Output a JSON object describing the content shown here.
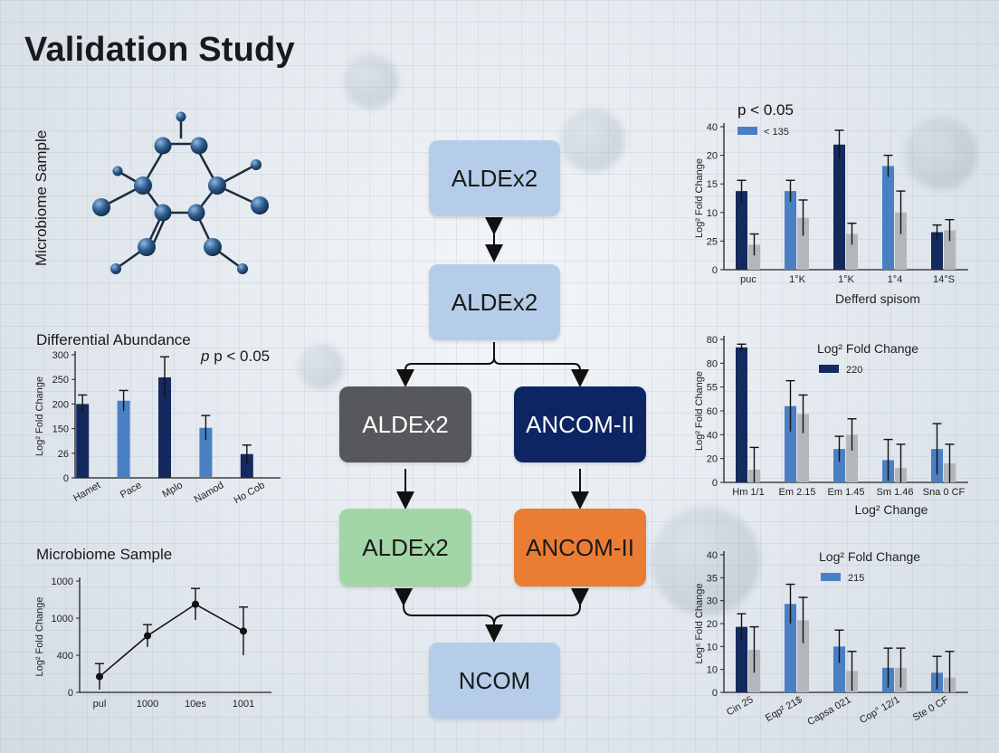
{
  "title": "Validation Study",
  "molecule_label": "Microbiome Sample",
  "colors": {
    "navy": "#14295e",
    "blue": "#4a7fc4",
    "gray": "#b3b6ba",
    "light_blue_box": "#b5cde8",
    "dark_gray_box": "#56585b",
    "navy_box": "#0e2563",
    "green_box": "#a3d6a6",
    "orange_box": "#eb7c34"
  },
  "flow": {
    "box1": "ALDEx2",
    "box2": "ALDEx2",
    "box3": "ALDEx2",
    "box4": "ANCOM-II",
    "box5": "ALDEx2",
    "box6": "ANCOM-II",
    "box7": "NCOM"
  },
  "chart_data": [
    {
      "id": "left_bar",
      "type": "bar",
      "title": "Differential Abundance",
      "annotation": "p < 0.05",
      "ylabel": "Log² Fold Change",
      "yticks": [
        "0",
        "26",
        "150",
        "200",
        "250",
        "300"
      ],
      "ylim": [
        0,
        300
      ],
      "categories": [
        "Hamet",
        "Pace",
        "Mplo",
        "Namod",
        "Ho Cob"
      ],
      "values": [
        180,
        188,
        245,
        122,
        58
      ],
      "errors": [
        22,
        25,
        50,
        30,
        22
      ],
      "bar_colors": [
        "navy",
        "blue",
        "navy",
        "blue",
        "navy"
      ]
    },
    {
      "id": "left_line",
      "type": "line",
      "title": "Microbiome Sample",
      "ylabel": "Log² Fold Change",
      "yticks": [
        "0",
        "400",
        "1000",
        "1000"
      ],
      "ylim": [
        0,
        1200
      ],
      "categories": [
        "pul",
        "1000",
        "10es",
        "1001"
      ],
      "values": [
        170,
        610,
        950,
        660
      ],
      "errors": [
        140,
        120,
        170,
        260
      ]
    },
    {
      "id": "right_top",
      "type": "bar",
      "annotation": "p < 0.05",
      "legend": "< 135",
      "xlabel": "Defferd spisom",
      "ylabel": "Log² Fold Change",
      "yticks": [
        "0",
        "25",
        "10",
        "15",
        "20",
        "40"
      ],
      "ylim": [
        0,
        40
      ],
      "categories": [
        "puc",
        "1°K",
        "1°K",
        "1°4",
        "14°S"
      ],
      "series": [
        {
          "values": [
            22,
            22,
            35,
            29,
            10.5
          ],
          "errors": [
            3,
            3,
            4,
            3,
            2
          ],
          "colors": [
            "navy",
            "blue",
            "navy",
            "blue",
            "navy"
          ]
        },
        {
          "values": [
            7,
            14.5,
            10,
            16,
            11
          ],
          "errors": [
            3,
            5,
            3,
            6,
            3
          ],
          "colors": [
            "gray",
            "gray",
            "gray",
            "gray",
            "gray"
          ]
        }
      ]
    },
    {
      "id": "right_mid",
      "type": "bar",
      "legend_title": "Log² Fold Change",
      "legend": "220",
      "xlabel": "Log² Change",
      "ylabel": "Log² Fold Change",
      "yticks": [
        "0",
        "20",
        "40",
        "60",
        "55",
        "80",
        "80"
      ],
      "ylim": [
        0,
        90
      ],
      "categories": [
        "Hm 1/1",
        "Em 2.15",
        "Em 1.45",
        "Sm 1.46",
        "Sna 0 CF"
      ],
      "series": [
        {
          "values": [
            85,
            48,
            21,
            14,
            21
          ],
          "errors": [
            2,
            16,
            8,
            13,
            16
          ],
          "colors": [
            "navy",
            "blue",
            "blue",
            "blue",
            "blue"
          ]
        },
        {
          "values": [
            8,
            43,
            30,
            9,
            12
          ],
          "errors": [
            14,
            12,
            10,
            15,
            12
          ],
          "colors": [
            "gray",
            "gray",
            "gray",
            "gray",
            "gray"
          ]
        }
      ]
    },
    {
      "id": "right_bot",
      "type": "bar",
      "legend_title": "Log² Fold Change",
      "legend": "215",
      "ylabel": "Log⁶ Fold Change",
      "yticks": [
        "0",
        "10",
        "10",
        "20",
        "30",
        "35",
        "40"
      ],
      "ylim": [
        0,
        42
      ],
      "categories": [
        "Cin 25",
        "Eqp² 21$",
        "Capsa 021",
        "Cop° 12/1",
        "Ste 0 CF"
      ],
      "series": [
        {
          "values": [
            20,
            27,
            14,
            7.5,
            6
          ],
          "errors": [
            4,
            6,
            5,
            6,
            5
          ],
          "colors": [
            "navy",
            "blue",
            "blue",
            "blue",
            "blue"
          ]
        },
        {
          "values": [
            13,
            22,
            6.5,
            7.5,
            4.5
          ],
          "errors": [
            7,
            7,
            6,
            6,
            8
          ],
          "colors": [
            "gray",
            "gray",
            "gray",
            "gray",
            "gray"
          ]
        }
      ]
    }
  ]
}
